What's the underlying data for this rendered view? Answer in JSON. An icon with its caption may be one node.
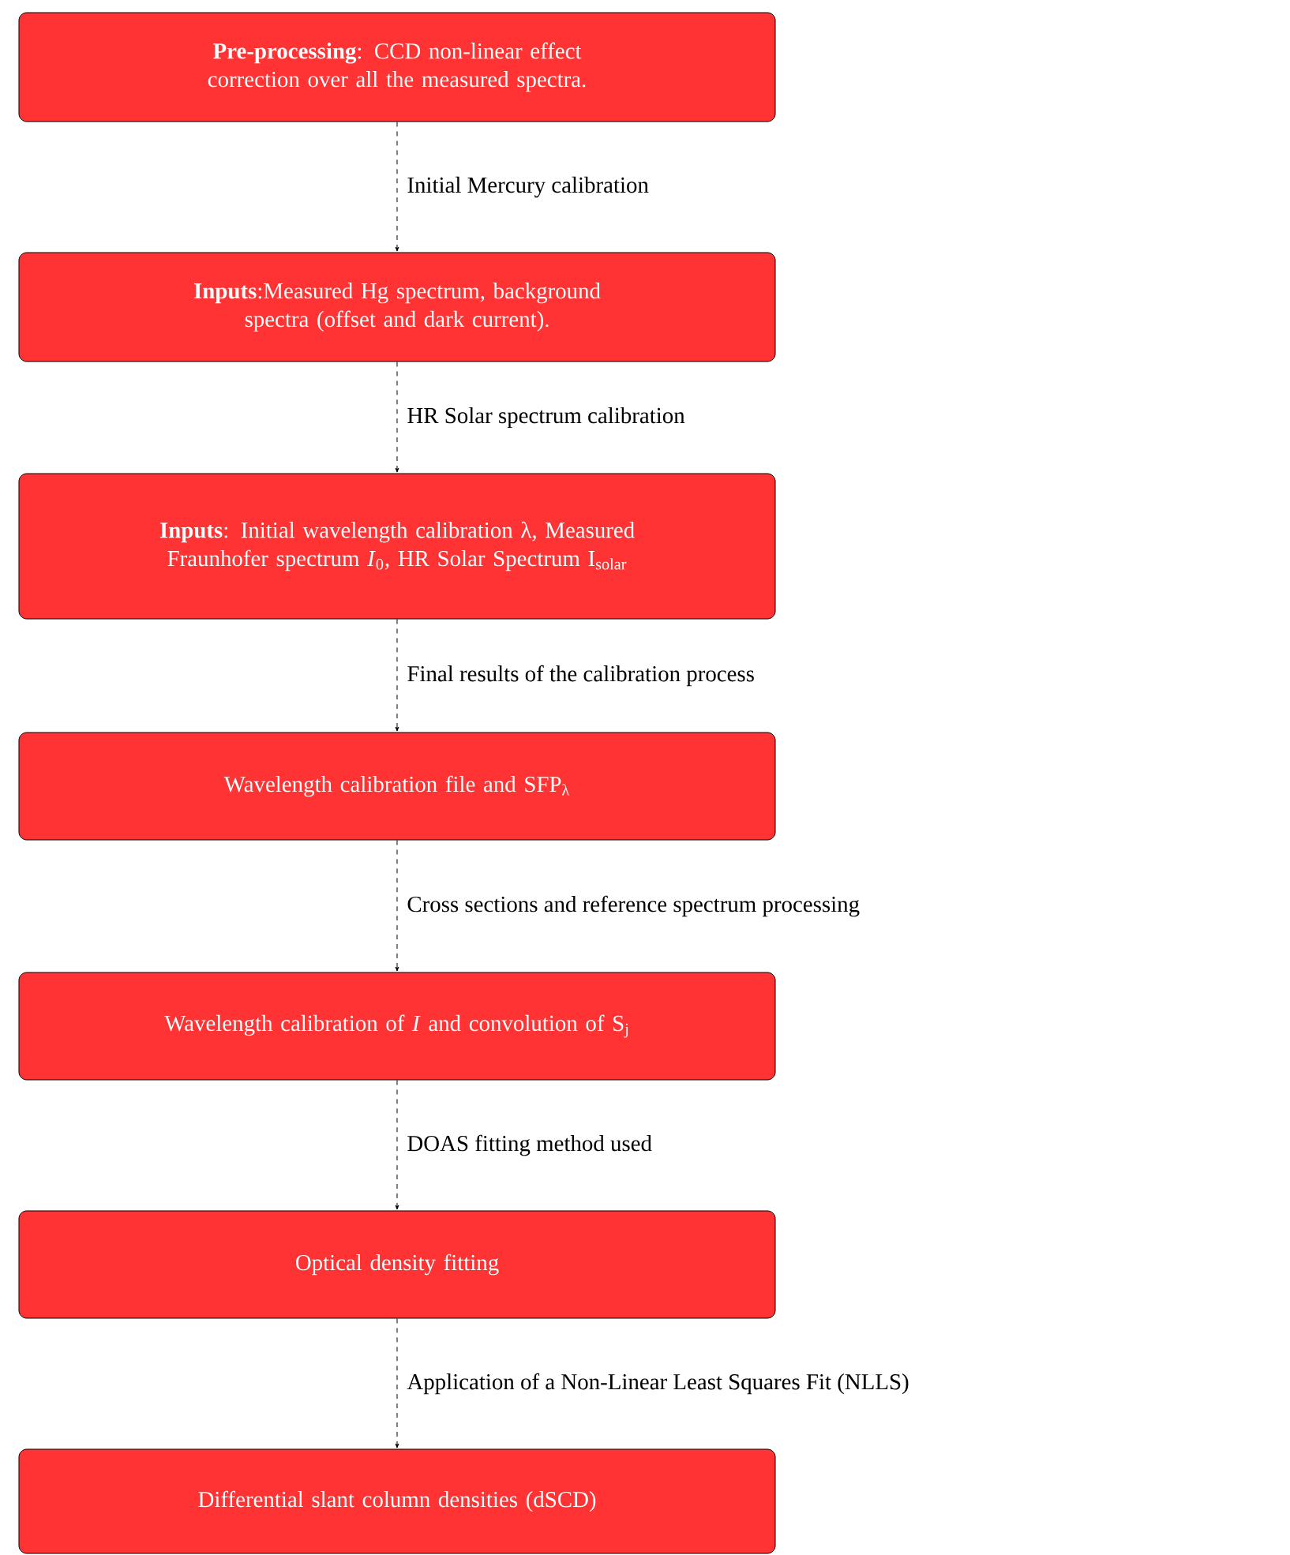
{
  "diagram": {
    "nodes": [
      {
        "text": [
          "**Pre-processing**: CCD non-linear effect correction over all the measured spectra."
        ]
      },
      {
        "text": [
          "**Inputs**:Measured Hg spectrum, background spectra (offset and dark current)."
        ]
      },
      {
        "text": [
          "**Inputs**: Initial wavelength calibration λ, Measured Fraunhofer spectrum *I*$_{0}$, HR Solar Spectrum I$_{solar}$"
        ]
      },
      {
        "text": [
          "Wavelength calibration file and SFP$_{λ}$"
        ]
      },
      {
        "text": [
          "Wavelength calibration of *I* and convolution of S$_{j}$"
        ]
      },
      {
        "text": [
          "Optical density fitting"
        ]
      },
      {
        "text": [
          "Differential slant column densities (dSCD)"
        ]
      }
    ],
    "edges": [
      {
        "from": 0,
        "to": 1,
        "arrow": "to",
        "label": "Initial Mercury calibration"
      },
      {
        "from": 1,
        "to": 2,
        "arrow": "to",
        "label": "HR Solar spectrum calibration"
      },
      {
        "from": 2,
        "to": 3,
        "arrow": "to",
        "label": "Final results of the calibration process"
      },
      {
        "from": 3,
        "to": 4,
        "arrow": "to",
        "label": "Cross sections and reference spectrum processing"
      },
      {
        "from": 4,
        "to": 5,
        "arrow": "to",
        "label": "DOAS fitting method used"
      },
      {
        "from": 5,
        "to": 6,
        "arrow": "to",
        "label": "Application of a Non-Linear Least Squares Fit (NLLS)"
      }
    ]
  }
}
